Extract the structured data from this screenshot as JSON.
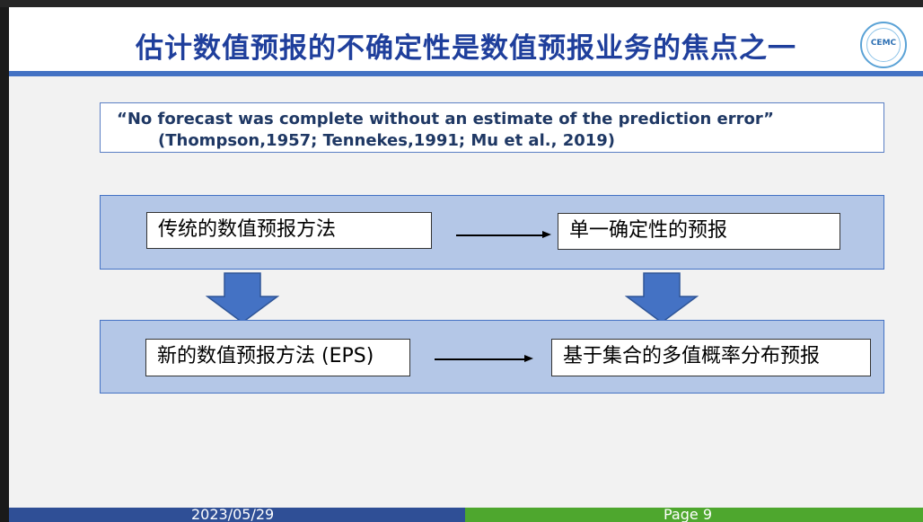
{
  "slide": {
    "title": "估计数值预报的不确定性是数值预报业务的焦点之一",
    "logo_text": "CEMC",
    "quote": {
      "line1": "“No forecast was complete without an estimate of the prediction error”",
      "line2": "(Thompson,1957; Tennekes,1991; Mu et al., 2019)"
    },
    "row1": {
      "left": "传统的数值预报方法",
      "right": "单一确定性的预报"
    },
    "row2": {
      "left": "新的数值预报方法 (EPS)",
      "right": "基于集合的多值概率分布预报"
    },
    "footer": {
      "date": "2023/05/29",
      "page": "Page 9"
    }
  },
  "colors": {
    "title": "#1f3f9c",
    "title_bar": "#4472c4",
    "band_fill": "#b4c7e7",
    "arrow_fill": "#4472c4",
    "footer_left": "#2f4f96",
    "footer_right": "#4ea72e"
  },
  "icons": {
    "logo": "cemc-logo",
    "down_arrow": "down-block-arrow",
    "right_arrow": "right-arrow"
  }
}
